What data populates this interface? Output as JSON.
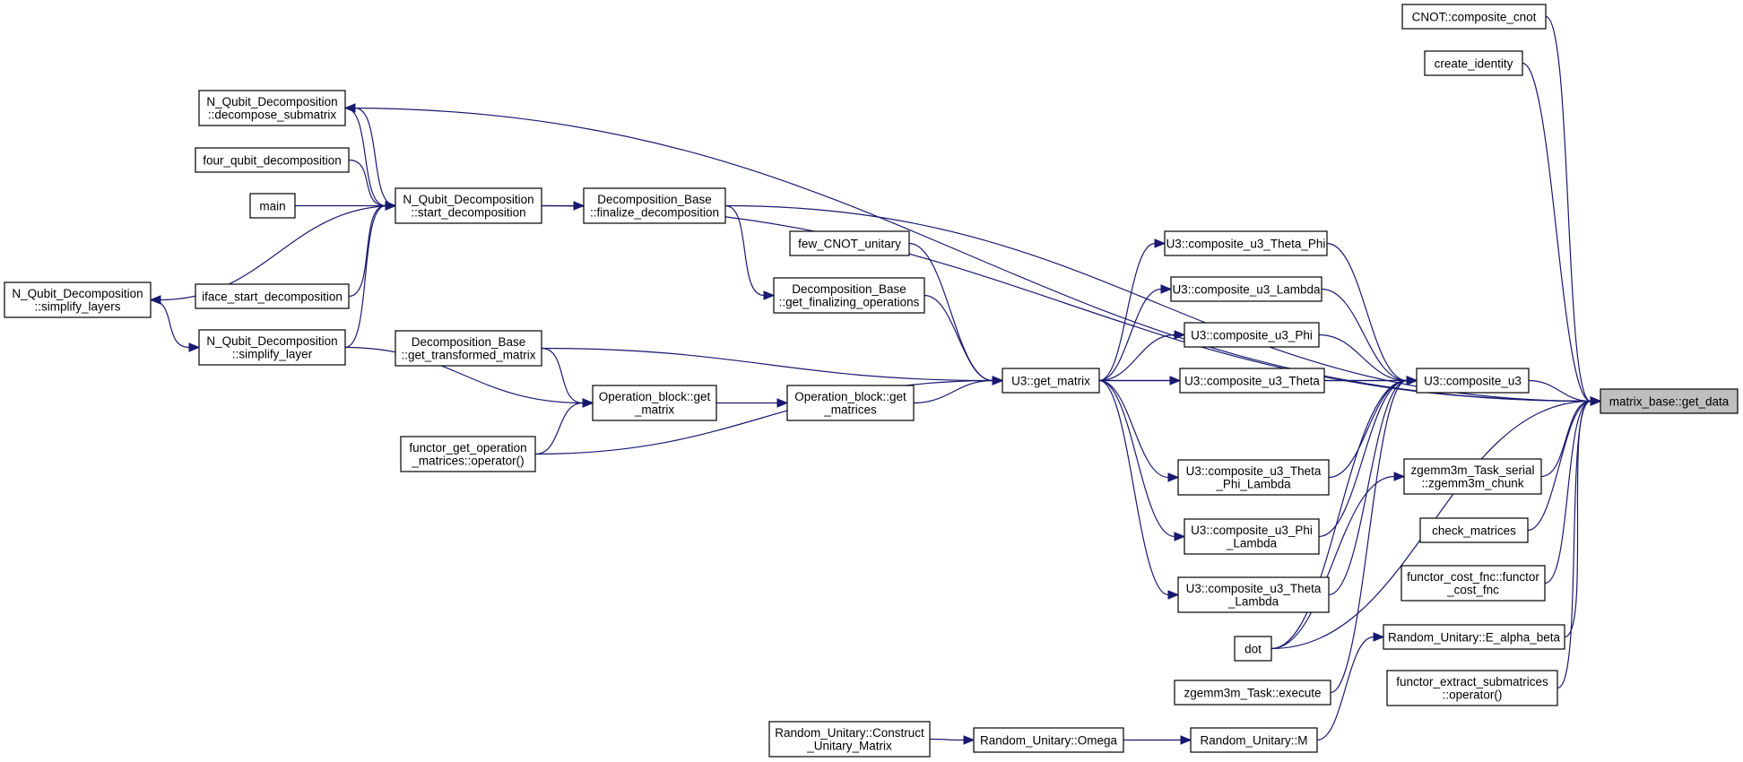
{
  "graph": {
    "colors": {
      "edge": "#191970",
      "node_border": "#000000",
      "root_fill": "#bfbfbf",
      "background": "#ffffff"
    },
    "nodes": {
      "cnot_composite_cnot": [
        "CNOT::composite_cnot"
      ],
      "create_identity": [
        "create_identity"
      ],
      "nqd_decompose_submatrix": [
        "N_Qubit_Decomposition",
        "::decompose_submatrix"
      ],
      "four_qubit_decomposition": [
        "four_qubit_decomposition"
      ],
      "main": [
        "main"
      ],
      "nqd_start_decomposition": [
        "N_Qubit_Decomposition",
        "::start_decomposition"
      ],
      "db_finalize_decomposition": [
        "Decomposition_Base",
        "::finalize_decomposition"
      ],
      "few_cnot_unitary": [
        "few_CNOT_unitary"
      ],
      "db_get_finalizing_operations": [
        "Decomposition_Base",
        "::get_finalizing_operations"
      ],
      "nqd_simplify_layers": [
        "N_Qubit_Decomposition",
        "::simplify_layers"
      ],
      "iface_start_decomposition": [
        "iface_start_decomposition"
      ],
      "nqd_simplify_layer": [
        "N_Qubit_Decomposition",
        "::simplify_layer"
      ],
      "db_get_transformed_matrix": [
        "Decomposition_Base",
        "::get_transformed_matrix"
      ],
      "opblock_get_matrix": [
        "Operation_block::get",
        "_matrix"
      ],
      "opblock_get_matrices": [
        "Operation_block::get",
        "_matrices"
      ],
      "functor_get_operation_matrices": [
        "functor_get_operation",
        "_matrices::operator()"
      ],
      "u3_get_matrix": [
        "U3::get_matrix"
      ],
      "u3_theta_phi": [
        "U3::composite_u3_Theta_Phi"
      ],
      "u3_lambda": [
        "U3::composite_u3_Lambda"
      ],
      "u3_phi": [
        "U3::composite_u3_Phi"
      ],
      "u3_theta": [
        "U3::composite_u3_Theta"
      ],
      "u3_theta_phi_lambda": [
        "U3::composite_u3_Theta",
        "_Phi_Lambda"
      ],
      "u3_phi_lambda": [
        "U3::composite_u3_Phi",
        "_Lambda"
      ],
      "u3_theta_lambda": [
        "U3::composite_u3_Theta",
        "_Lambda"
      ],
      "dot": [
        "dot"
      ],
      "zgemm3m_task_execute": [
        "zgemm3m_Task::execute"
      ],
      "u3_composite_u3": [
        "U3::composite_u3"
      ],
      "zgemm3m_task_serial_chunk": [
        "zgemm3m_Task_serial",
        "::zgemm3m_chunk"
      ],
      "check_matrices": [
        "check_matrices"
      ],
      "functor_cost_fnc": [
        "functor_cost_fnc::functor",
        "_cost_fnc"
      ],
      "ru_e_alpha_beta": [
        "Random_Unitary::E_alpha_beta"
      ],
      "functor_extract_submatrices": [
        "functor_extract_submatrices",
        "::operator()"
      ],
      "ru_construct_unitary_matrix": [
        "Random_Unitary::Construct",
        "_Unitary_Matrix"
      ],
      "ru_omega": [
        "Random_Unitary::Omega"
      ],
      "ru_m": [
        "Random_Unitary::M"
      ],
      "matrix_base_get_data": [
        "matrix_base::get_data"
      ]
    },
    "root": "matrix_base_get_data",
    "edges": [
      [
        "cnot_composite_cnot",
        "matrix_base_get_data"
      ],
      [
        "create_identity",
        "matrix_base_get_data"
      ],
      [
        "nqd_decompose_submatrix",
        "matrix_base_get_data"
      ],
      [
        "nqd_start_decomposition",
        "matrix_base_get_data"
      ],
      [
        "db_finalize_decomposition",
        "matrix_base_get_data"
      ],
      [
        "u3_composite_u3",
        "matrix_base_get_data"
      ],
      [
        "dot",
        "matrix_base_get_data"
      ],
      [
        "zgemm3m_task_serial_chunk",
        "matrix_base_get_data"
      ],
      [
        "check_matrices",
        "matrix_base_get_data"
      ],
      [
        "functor_cost_fnc",
        "matrix_base_get_data"
      ],
      [
        "ru_e_alpha_beta",
        "matrix_base_get_data"
      ],
      [
        "functor_extract_submatrices",
        "matrix_base_get_data"
      ],
      [
        "u3_get_matrix",
        "u3_composite_u3"
      ],
      [
        "u3_theta_phi",
        "u3_composite_u3"
      ],
      [
        "u3_lambda",
        "u3_composite_u3"
      ],
      [
        "u3_phi",
        "u3_composite_u3"
      ],
      [
        "u3_theta",
        "u3_composite_u3"
      ],
      [
        "u3_theta_phi_lambda",
        "u3_composite_u3"
      ],
      [
        "u3_phi_lambda",
        "u3_composite_u3"
      ],
      [
        "u3_theta_lambda",
        "u3_composite_u3"
      ],
      [
        "u3_get_matrix",
        "u3_theta_phi"
      ],
      [
        "u3_get_matrix",
        "u3_lambda"
      ],
      [
        "u3_get_matrix",
        "u3_phi"
      ],
      [
        "u3_get_matrix",
        "u3_theta"
      ],
      [
        "u3_get_matrix",
        "u3_theta_phi_lambda"
      ],
      [
        "u3_get_matrix",
        "u3_phi_lambda"
      ],
      [
        "u3_get_matrix",
        "u3_theta_lambda"
      ],
      [
        "few_cnot_unitary",
        "u3_get_matrix"
      ],
      [
        "db_get_finalizing_operations",
        "u3_get_matrix"
      ],
      [
        "db_get_transformed_matrix",
        "u3_get_matrix"
      ],
      [
        "opblock_get_matrices",
        "u3_get_matrix"
      ],
      [
        "functor_get_operation_matrices",
        "u3_get_matrix"
      ],
      [
        "opblock_get_matrix",
        "opblock_get_matrices"
      ],
      [
        "db_get_transformed_matrix",
        "opblock_get_matrix"
      ],
      [
        "nqd_simplify_layer",
        "opblock_get_matrix"
      ],
      [
        "functor_get_operation_matrices",
        "opblock_get_matrix"
      ],
      [
        "db_finalize_decomposition",
        "db_get_finalizing_operations"
      ],
      [
        "nqd_start_decomposition",
        "db_finalize_decomposition"
      ],
      [
        "four_qubit_decomposition",
        "nqd_start_decomposition"
      ],
      [
        "main",
        "nqd_start_decomposition"
      ],
      [
        "iface_start_decomposition",
        "nqd_start_decomposition"
      ],
      [
        "nqd_simplify_layer",
        "nqd_start_decomposition"
      ],
      [
        "nqd_decompose_submatrix",
        "nqd_start_decomposition"
      ],
      [
        "nqd_start_decomposition",
        "nqd_decompose_submatrix"
      ],
      [
        "nqd_start_decomposition",
        "nqd_simplify_layers"
      ],
      [
        "nqd_simplify_layers",
        "nqd_simplify_layer"
      ],
      [
        "dot",
        "zgemm3m_task_serial_chunk"
      ],
      [
        "zgemm3m_task_execute",
        "u3_composite_u3"
      ],
      [
        "dot",
        "u3_composite_u3"
      ],
      [
        "ru_m",
        "ru_e_alpha_beta"
      ],
      [
        "ru_omega",
        "ru_m"
      ],
      [
        "ru_construct_unitary_matrix",
        "ru_omega"
      ]
    ]
  }
}
